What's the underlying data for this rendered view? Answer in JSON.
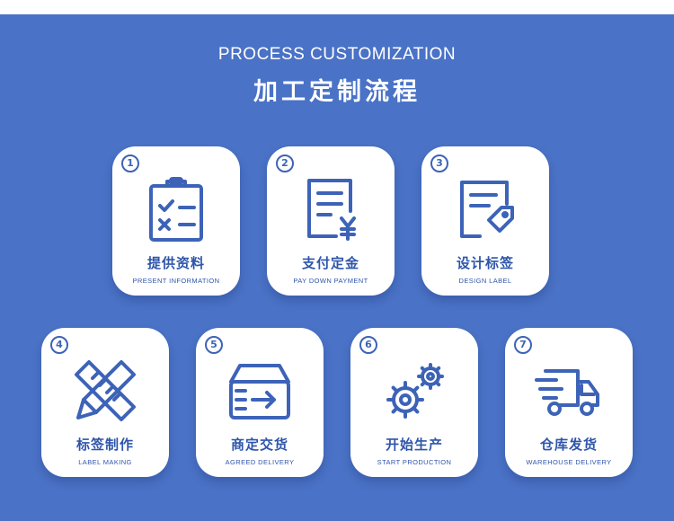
{
  "header": {
    "subtitle": "PROCESS CUSTOMIZATION",
    "title": "加工定制流程"
  },
  "colors": {
    "background": "#4a72c6",
    "card": "#ffffff",
    "accent": "#3d63b8"
  },
  "steps": [
    {
      "num": "1",
      "cn": "提供资料",
      "en": "PRESENT INFORMATION",
      "icon": "clipboard-checklist-icon"
    },
    {
      "num": "2",
      "cn": "支付定金",
      "en": "PAY DOWN PAYMENT",
      "icon": "yen-document-icon"
    },
    {
      "num": "3",
      "cn": "设计标签",
      "en": "DESIGN LABEL",
      "icon": "document-tag-icon"
    },
    {
      "num": "4",
      "cn": "标签制作",
      "en": "LABEL MAKING",
      "icon": "pencil-ruler-icon"
    },
    {
      "num": "5",
      "cn": "商定交货",
      "en": "AGREED DELIVERY",
      "icon": "inbox-arrow-icon"
    },
    {
      "num": "6",
      "cn": "开始生产",
      "en": "START PRODUCTION",
      "icon": "gears-icon"
    },
    {
      "num": "7",
      "cn": "仓库发货",
      "en": "WAREHOUSE DELIVERY",
      "icon": "delivery-truck-icon"
    }
  ]
}
